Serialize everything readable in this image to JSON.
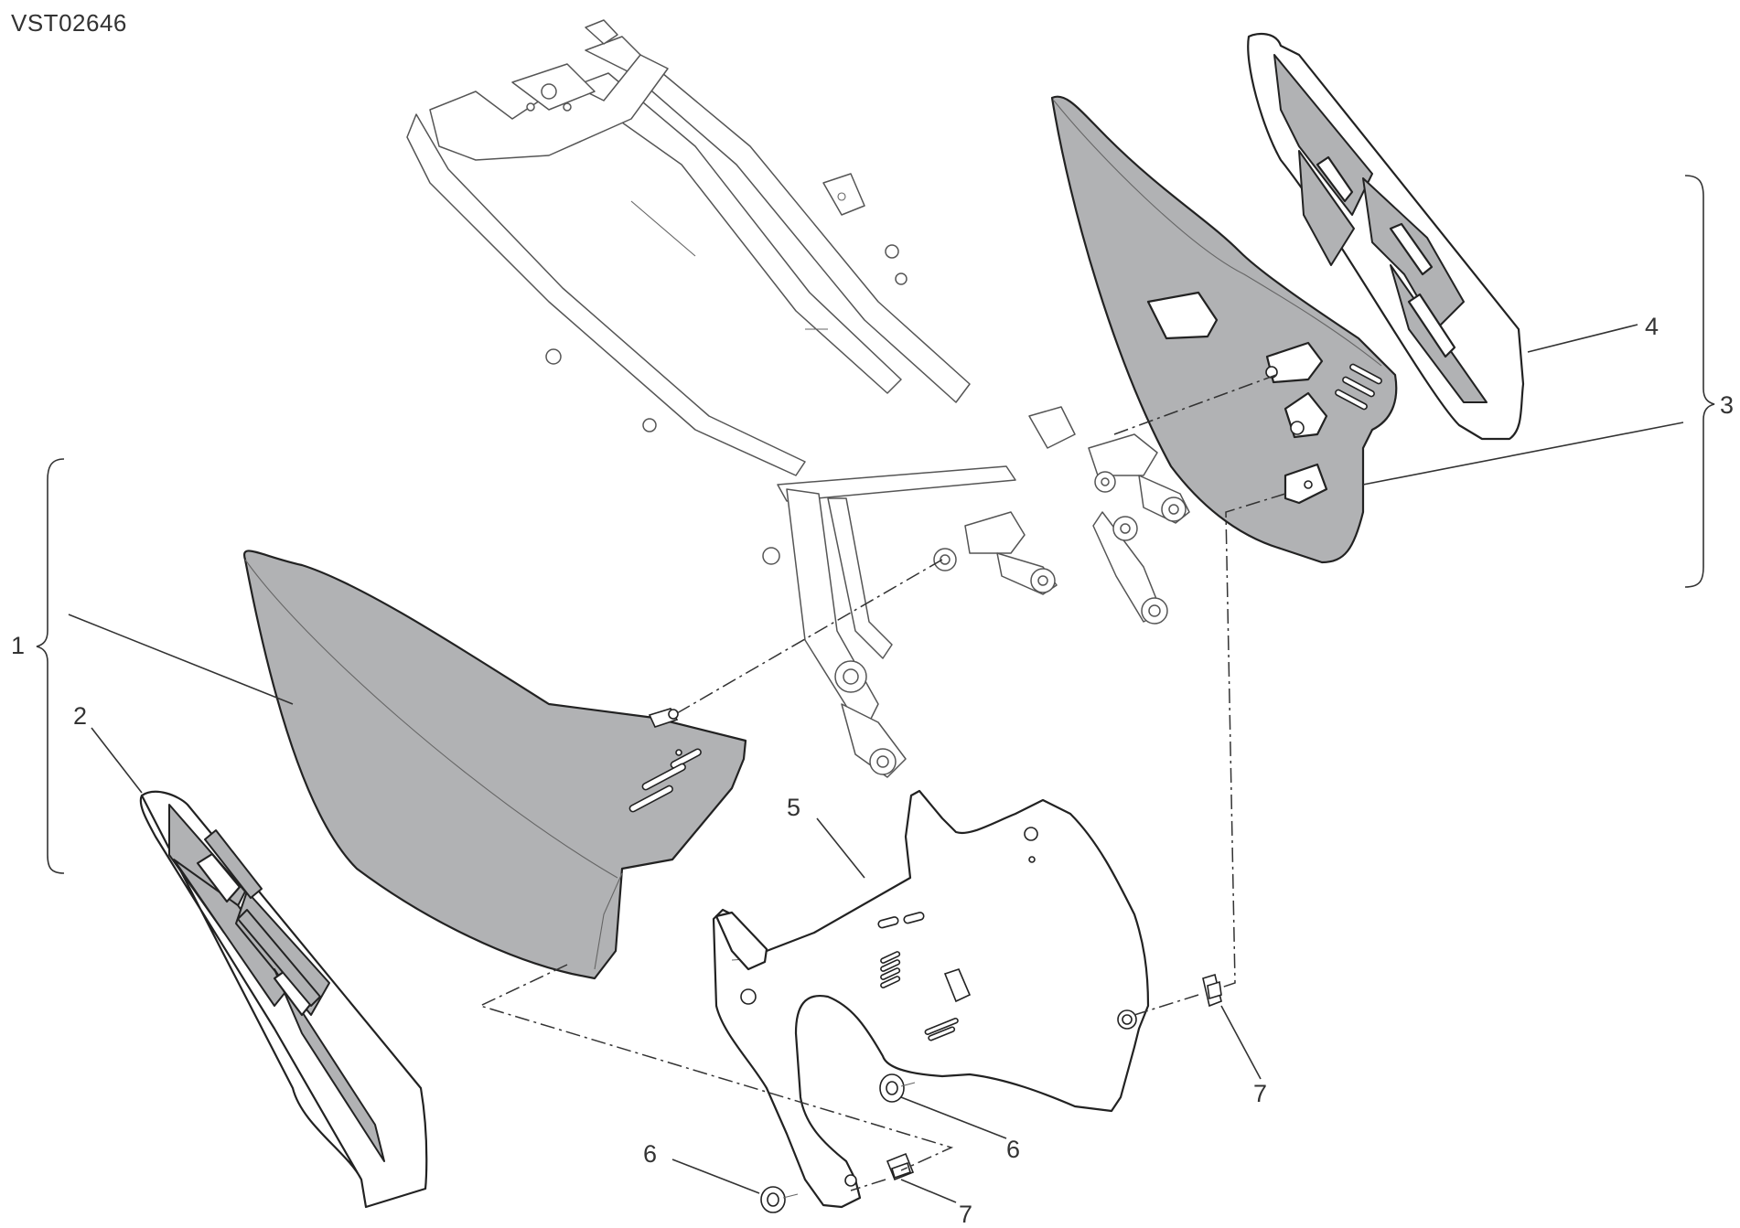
{
  "drawing_code": "VST02646",
  "callouts": [
    {
      "id": "c1",
      "text": "1"
    },
    {
      "id": "c2",
      "text": "2"
    },
    {
      "id": "c3",
      "text": "3"
    },
    {
      "id": "c4",
      "text": "4"
    },
    {
      "id": "c5",
      "text": "5"
    },
    {
      "id": "c6a",
      "text": "6"
    },
    {
      "id": "c6b",
      "text": "6"
    },
    {
      "id": "c7a",
      "text": "7"
    },
    {
      "id": "c7b",
      "text": "7"
    }
  ],
  "colors": {
    "part_fill": "#b1b2b4",
    "outline": "#222222",
    "frame_line": "#555555",
    "background": "#ffffff"
  }
}
